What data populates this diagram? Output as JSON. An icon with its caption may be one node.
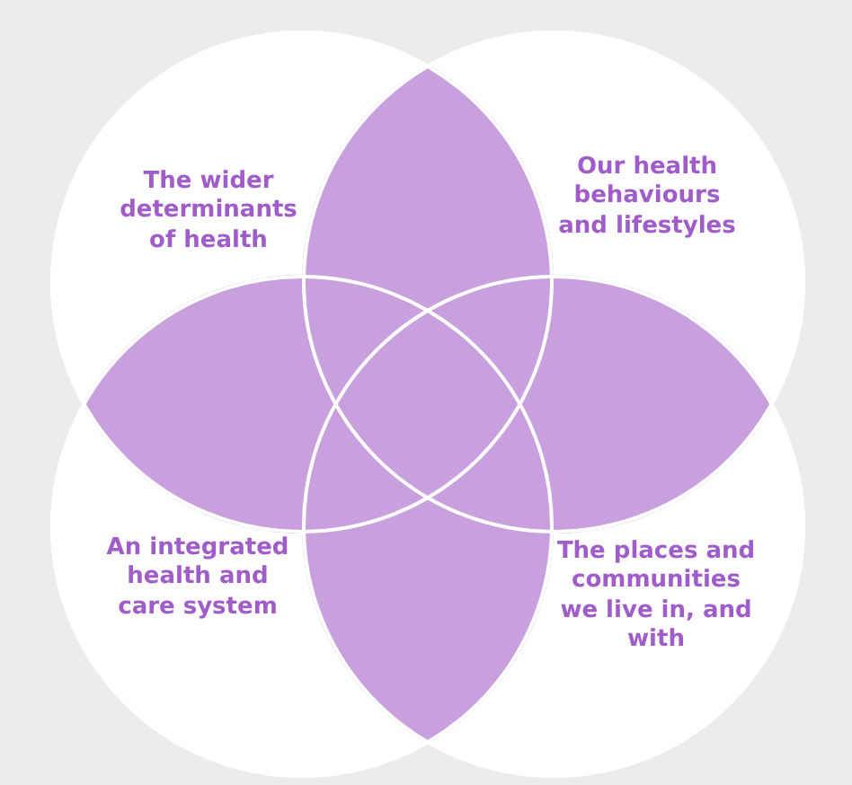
{
  "diagram": {
    "nodes": [
      {
        "text": [
          "The wider determinants of health"
        ]
      },
      {
        "text": [
          "Our health behaviours and lifestyles"
        ]
      },
      {
        "text": [
          "An integrated health and care system"
        ]
      },
      {
        "text": [
          "The places and communities we live in, and with"
        ]
      }
    ]
  }
}
